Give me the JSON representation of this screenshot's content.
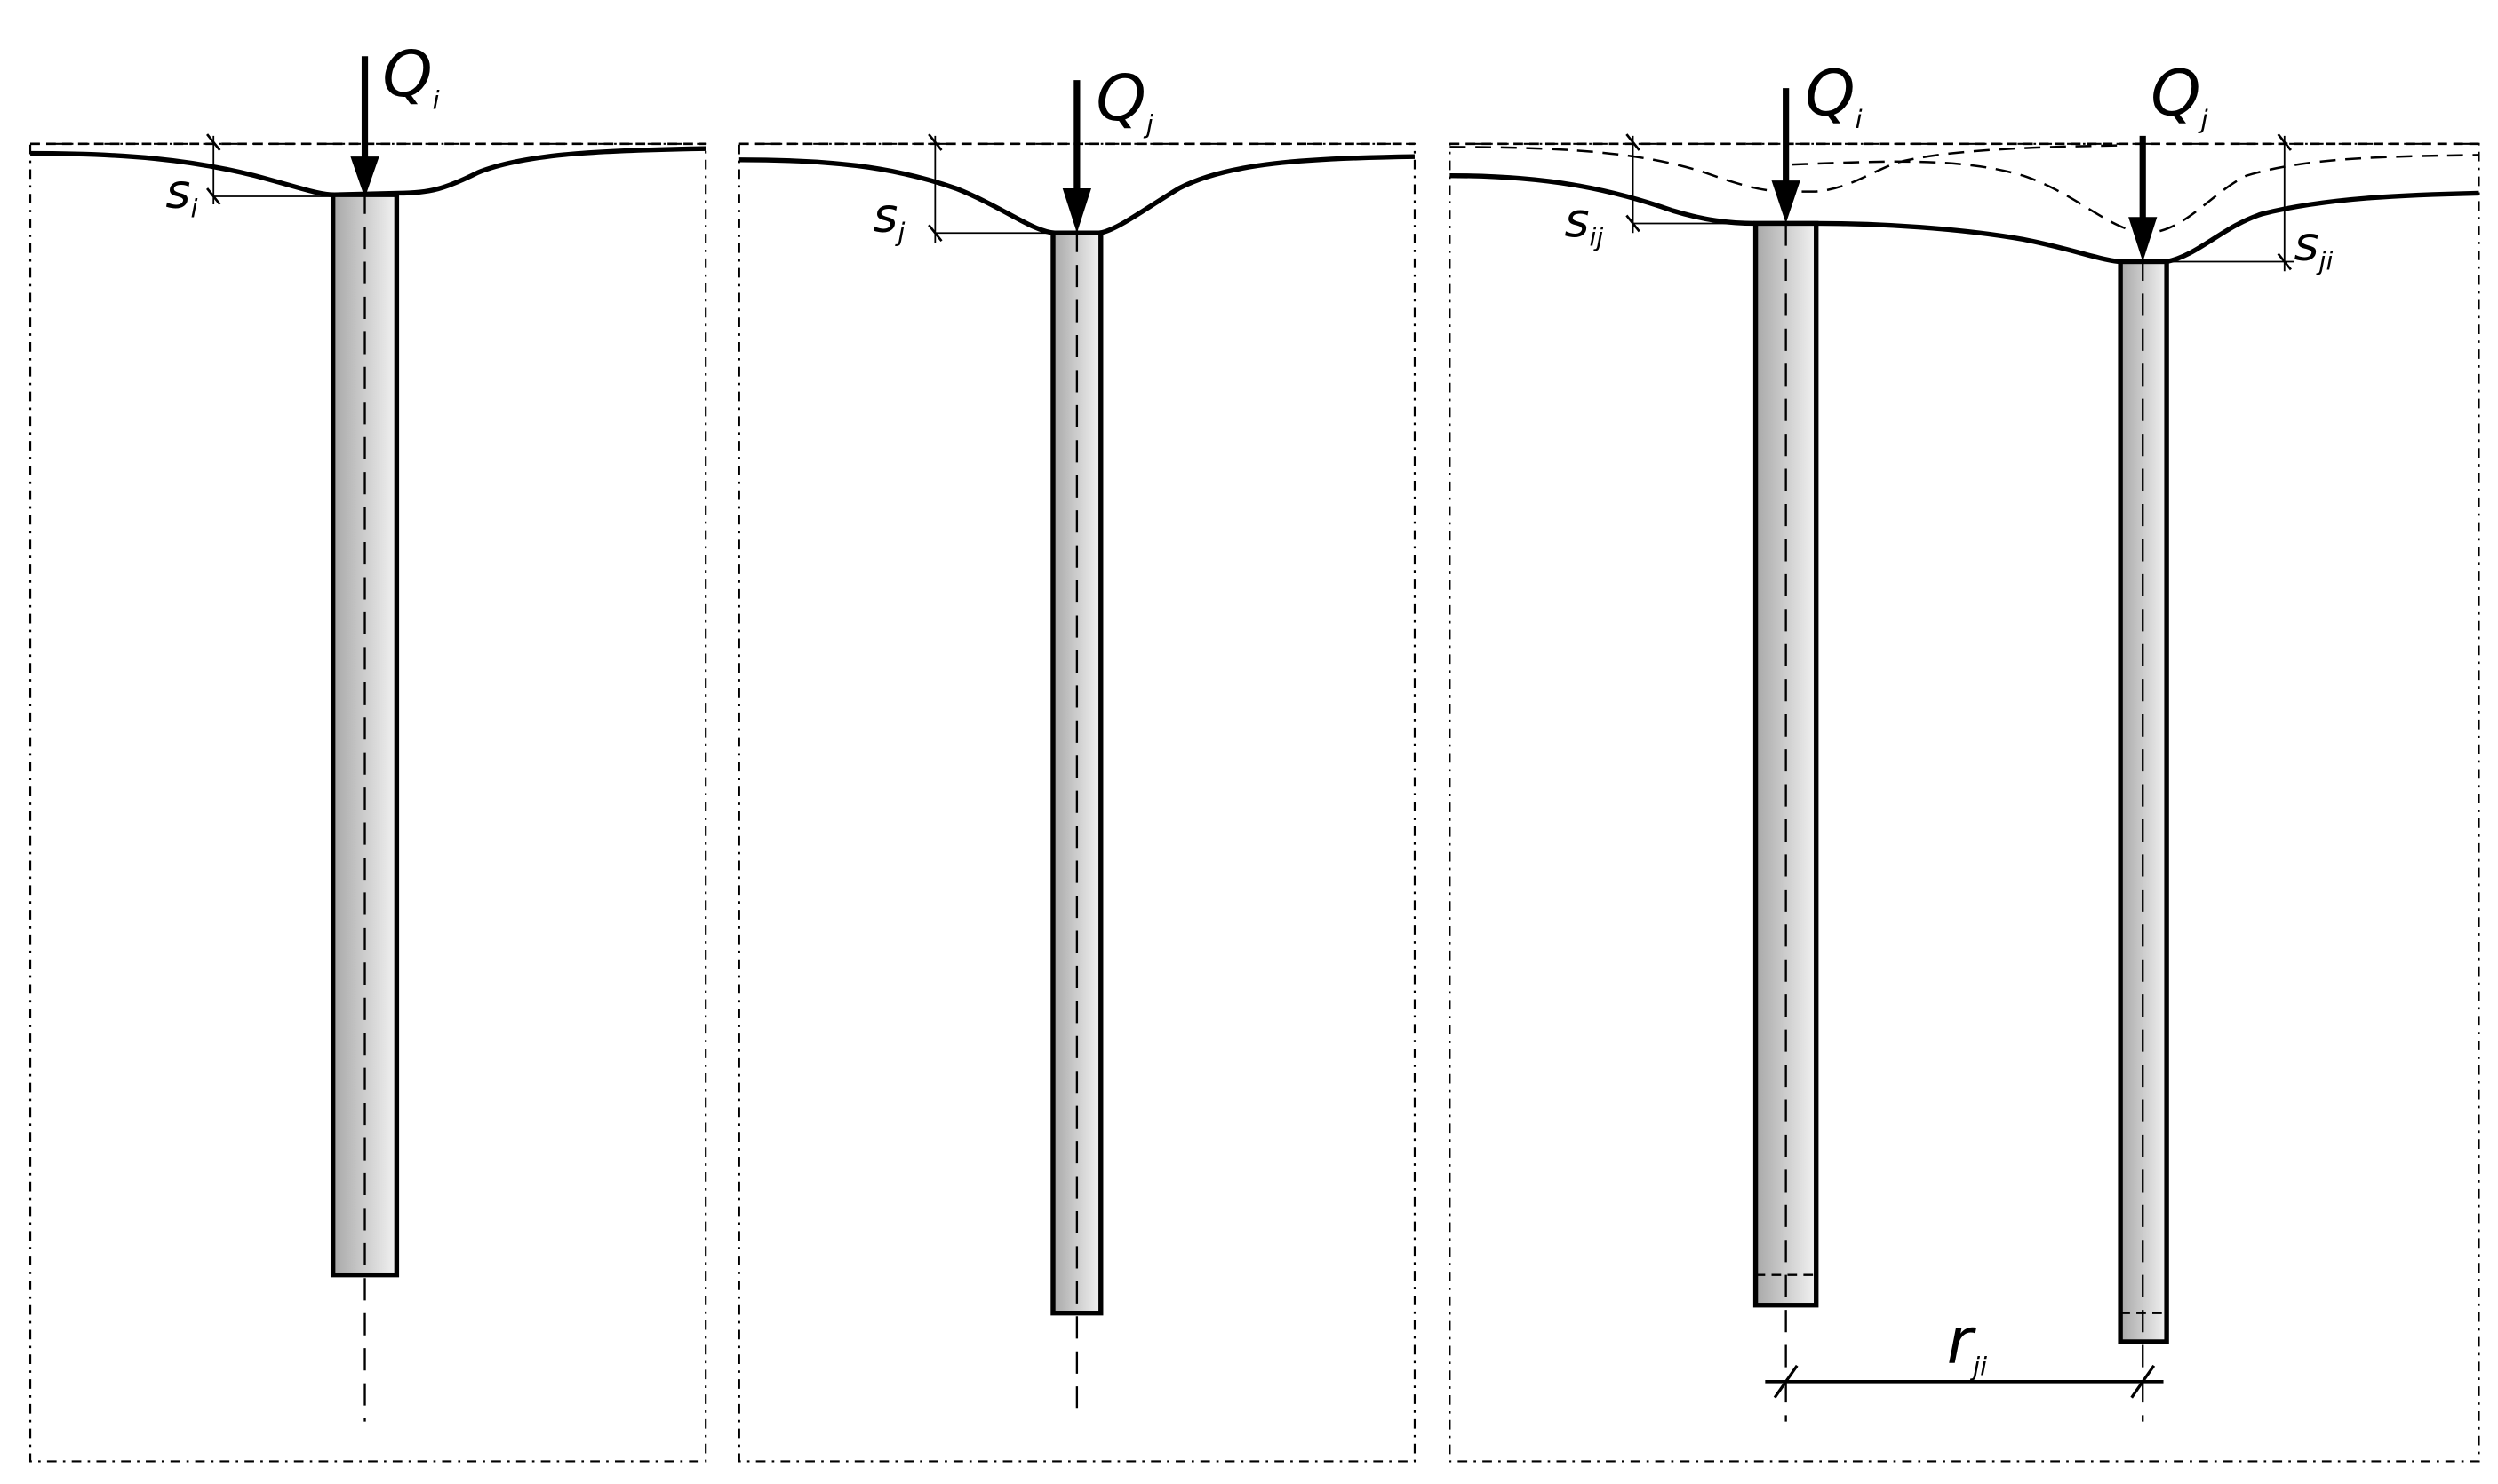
{
  "figure": {
    "description": "Pile settlement interaction: single piles i and j, and pile pair with interaction",
    "colors": {
      "line": "#000000",
      "pile_fill_dark": "#a8a8a8",
      "pile_fill_light": "#f0f0f0",
      "background": "#ffffff"
    }
  },
  "panels": [
    {
      "id": "panel-1",
      "load": "Q",
      "load_sub": "i",
      "settlement": "s",
      "settlement_sub": "i"
    },
    {
      "id": "panel-2",
      "load": "Q",
      "load_sub": "j",
      "settlement": "s",
      "settlement_sub": "j"
    },
    {
      "id": "panel-3",
      "load_i": "Q",
      "load_i_sub": "i",
      "load_j": "Q",
      "load_j_sub": "j",
      "settlement_ij": "s",
      "settlement_ij_sub": "ij",
      "settlement_ji": "s",
      "settlement_ji_sub": "ji",
      "spacing": "r",
      "spacing_sub": "ji"
    }
  ]
}
